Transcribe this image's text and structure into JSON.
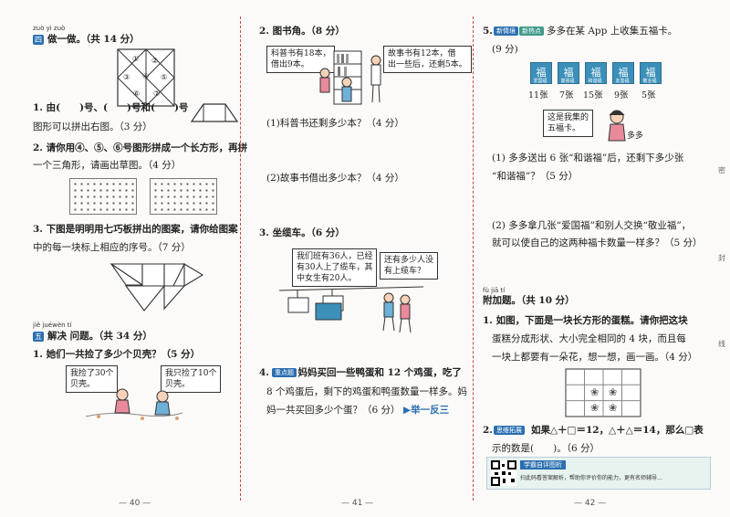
{
  "left": {
    "sec1_pinyin": "zuò yi zuò",
    "sec1_badge": "四",
    "sec1_title": "做一做。（共 14 分）",
    "q1_line1": "1. 由(　　)号、(　　)号和(　　)号",
    "q1_line2": "图形可以拼出右图。（3 分）",
    "q2_line1": "2. 请你用④、⑤、⑥号图形拼成一个长方形，再拼",
    "q2_line2": "一个三角形，请画出草图。（4 分）",
    "q3_line1": "3. 下图是明明用七巧板拼出的图案，请你给图案",
    "q3_line2": "中的每一块标上相应的序号。（7 分）",
    "tangram_nums": [
      "①",
      "②",
      "③",
      "④",
      "⑤",
      "⑥",
      "⑦"
    ],
    "sec2_pinyin": "jiě juéwèn tí",
    "sec2_badge": "五",
    "sec2_title": "解决 问题。（共 34 分）",
    "s1_q": "1. 她们一共捡了多少个贝壳？（5 分）",
    "s1_bubble1_l1": "我捡了30个",
    "s1_bubble1_l2": "贝壳。",
    "s1_bubble2_l1": "我只捡了10个",
    "s1_bubble2_l2": "贝壳。",
    "page_num": "— 40 —"
  },
  "middle": {
    "q2_title": "2. 图书角。（8 分）",
    "shelf_l1": "科普书有18本，",
    "shelf_l2": "借出9本。",
    "story_l1": "故事书有12本，借",
    "story_l2": "出一些后，还剩5本。",
    "q2_sub1": "(1)科普书还剩多少本？（4 分）",
    "q2_sub2": "(2)故事书借出多少本？（4 分）",
    "q3_title": "3. 坐缆车。（6 分）",
    "cable_l1": "我们班有36人，已经",
    "cable_l2": "有30人上了缆车，其",
    "cable_l3": "中女生有20人。",
    "cable2_l1": "还有多少人没",
    "cable2_l2": "有上缆车？",
    "q4_tag": "重点题",
    "q4_l1": "4.　　　妈妈买回一些鸭蛋和 12 个鸡蛋，吃了",
    "q4_l2": "8 个鸡蛋后，剩下的鸡蛋和鸭蛋数量一样多。妈",
    "q4_l3": "妈一共买回多少个蛋？（6 分）",
    "q4_link": "▶举一反三",
    "page_num": "— 41 —"
  },
  "right": {
    "q5_prefix": "5.",
    "q5_tag": "新情境",
    "q5_tag2": "新热点",
    "q5_text": "多多在某 App 上收集五福卡。",
    "q5_score": "(9 分)",
    "cards": [
      {
        "glyph": "福",
        "caption": "爱国福",
        "count": "11张"
      },
      {
        "glyph": "福",
        "caption": "富强福",
        "count": "7张"
      },
      {
        "glyph": "福",
        "caption": "和谐福",
        "count": "15张"
      },
      {
        "glyph": "福",
        "caption": "友善福",
        "count": "9张"
      },
      {
        "glyph": "福",
        "caption": "敬业福",
        "count": "5张"
      }
    ],
    "girl_bubble_l1": "这是我集的",
    "girl_bubble_l2": "五福卡。",
    "girl_name": "多多",
    "q5_sub1_l1": "(1) 多多送出 6 张“和谐福”后，还剩下多少张",
    "q5_sub1_l2": "“和谐福”？（5 分）",
    "q5_sub2_l1": "(2) 多多拿几张“爱国福”和别人交换“敬业福”，",
    "q5_sub2_l2": "就可以使自己的这两种福卡数量一样多？（5 分）",
    "extra_pinyin": "fù jiā tí",
    "extra_title": "附加题。（共 10 分）",
    "e1_l1": "1. 如图，下面是一块长方形的蛋糕。请你把这块",
    "e1_l2": "蛋糕分成形状、大小完全相同的 4 块，而且每",
    "e1_l3": "一块上都要有一朵花，想一想，画一画。（4 分）",
    "cake_flower": "❀",
    "e2_tag": "思维拓展",
    "e2_l1": "2.　　　　如果△＋□＝12，△＋△＝14，那么□表",
    "e2_l2": "示的数是(　　)。（6 分）",
    "qr_banner": "学霸自评图析",
    "qr_sub": "扫此码看答案解析，帮助你评价你的能力，更有名师辅导…",
    "page_num": "— 42 —"
  },
  "margin_text": [
    "密",
    "封",
    "线"
  ]
}
